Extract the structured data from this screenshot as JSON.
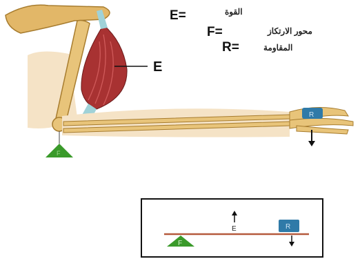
{
  "legend": {
    "effort": {
      "symbol": "E=",
      "arabic": "القوة"
    },
    "fulcrum": {
      "symbol": "F=",
      "arabic": "محور الارتكاز"
    },
    "resistance": {
      "symbol": "R=",
      "arabic": "المقاومة"
    }
  },
  "arm_labels": {
    "muscle_label": "E",
    "fulcrum_tag": "F",
    "resistance_tag": "R"
  },
  "lever_labels": {
    "effort": "E",
    "fulcrum": "F",
    "resistance": "R"
  },
  "colors": {
    "bone": "#e8c47a",
    "muscle": "#a83232",
    "tendon": "#9fd2d8",
    "fulcrum": "#3a9a2a",
    "resistance": "#2f7aa8",
    "lever": "#b55a3c"
  }
}
